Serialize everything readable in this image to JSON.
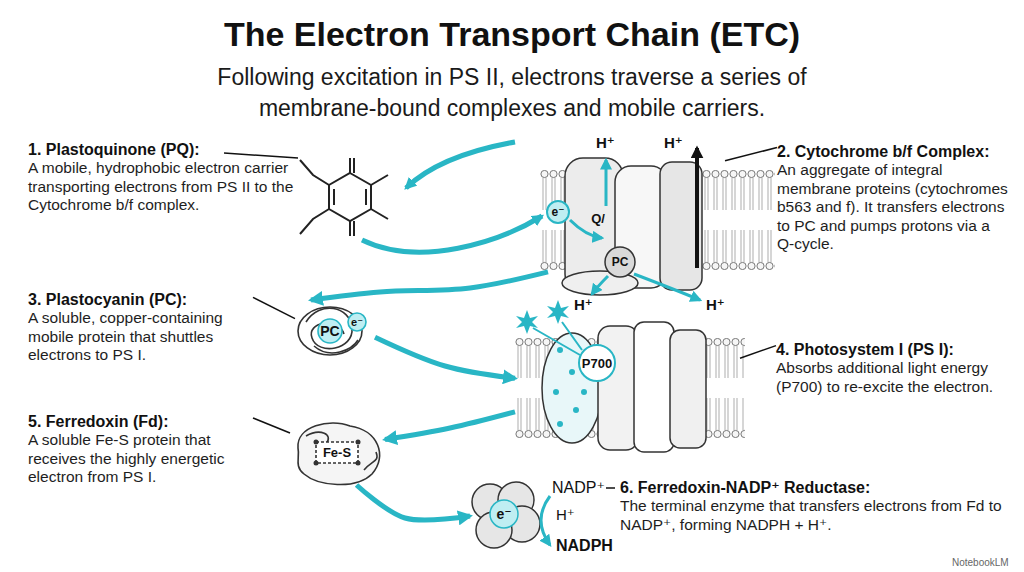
{
  "diagram": {
    "title": "The Electron Transport Chain (ETC)",
    "caption": "Following excitation in PS II, electrons traverse a series of membrane-bound complexes and mobile carriers.",
    "nodes": [
      {
        "text": [
          "1. Plastoquinone (PQ):",
          "A mobile, hydrophobic electron carrier transporting electrons from PS II to the Cytochrome b/f complex."
        ]
      },
      {
        "text": [
          "e⁻",
          "Q/",
          "PC"
        ]
      },
      {
        "text": [
          "2. Cytochrome b/f Complex:",
          "An aggregate of integral membrane proteins (cytochromes b563 and f). It transfers electrons to PC and pumps protons via a Q-cycle."
        ]
      },
      {
        "text": [
          "3. Plastocyanin (PC):",
          "A soluble, copper-containing mobile protein that shuttles electrons to PS I."
        ]
      },
      {
        "text": [
          "PC",
          "e⁻"
        ]
      },
      {
        "text": [
          "P700"
        ]
      },
      {
        "text": [
          "4. Photosystem I (PS I):",
          "Absorbs additional light energy (P700) to re-excite the electron."
        ]
      },
      {
        "text": [
          "5. Ferredoxin (Fd):",
          "A soluble Fe-S protein that receives the highly energetic electron from PS I."
        ]
      },
      {
        "text": [
          "Fe-S"
        ]
      },
      {
        "text": [
          "e⁻"
        ]
      },
      {
        "text": [
          "6. Ferredoxin-NADP⁺ Reductase:",
          "The terminal enzyme that transfers electrons from Fd to NADP⁺, forming NADPH + H⁺."
        ]
      }
    ],
    "edges": [
      {
        "from": 1,
        "to": 4,
        "arrow": "to"
      },
      {
        "from": 4,
        "to": 5,
        "arrow": "to"
      },
      {
        "from": 5,
        "to": 8,
        "arrow": "to"
      },
      {
        "from": 8,
        "to": 9,
        "arrow": "to"
      },
      {
        "from": 2,
        "to": 1,
        "arrow": "none"
      },
      {
        "from": 3,
        "to": 4,
        "arrow": "none"
      },
      {
        "from": 6,
        "to": 5,
        "arrow": "none"
      },
      {
        "from": 7,
        "to": 8,
        "arrow": "none"
      }
    ],
    "labels": [
      "H⁺",
      "H⁺",
      "H⁺",
      "H⁺",
      "NADP⁺",
      "H⁺",
      "NADPH",
      "NotebookLM"
    ]
  }
}
